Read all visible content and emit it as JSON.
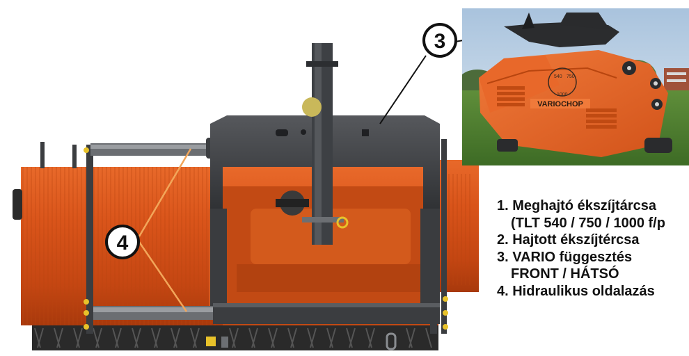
{
  "callouts": {
    "three": "3",
    "four": "4"
  },
  "inset": {
    "brand_plate": "VARIOCHOP",
    "dial_marks": [
      "540",
      "750",
      "1000"
    ]
  },
  "legend": [
    {
      "id": "l1",
      "line": "1. Meghajtó ékszíjtárcsa"
    },
    {
      "id": "l1b",
      "line": "(TLT 540 / 750 / 1000 f/p"
    },
    {
      "id": "l2",
      "line": "2. Hajtott ékszíjtércsa"
    },
    {
      "id": "l3",
      "line": "3. VARIO függesztés"
    },
    {
      "id": "l3b",
      "line": "FRONT / HÁTSÓ"
    },
    {
      "id": "l4",
      "line": "4. Hidraulikus oldalazás"
    }
  ],
  "colors": {
    "machine_orange": "#d9541a",
    "frame_dark": "#3b3d40",
    "leader_line_orange": "#f2a65a",
    "callout_border": "#111111"
  }
}
